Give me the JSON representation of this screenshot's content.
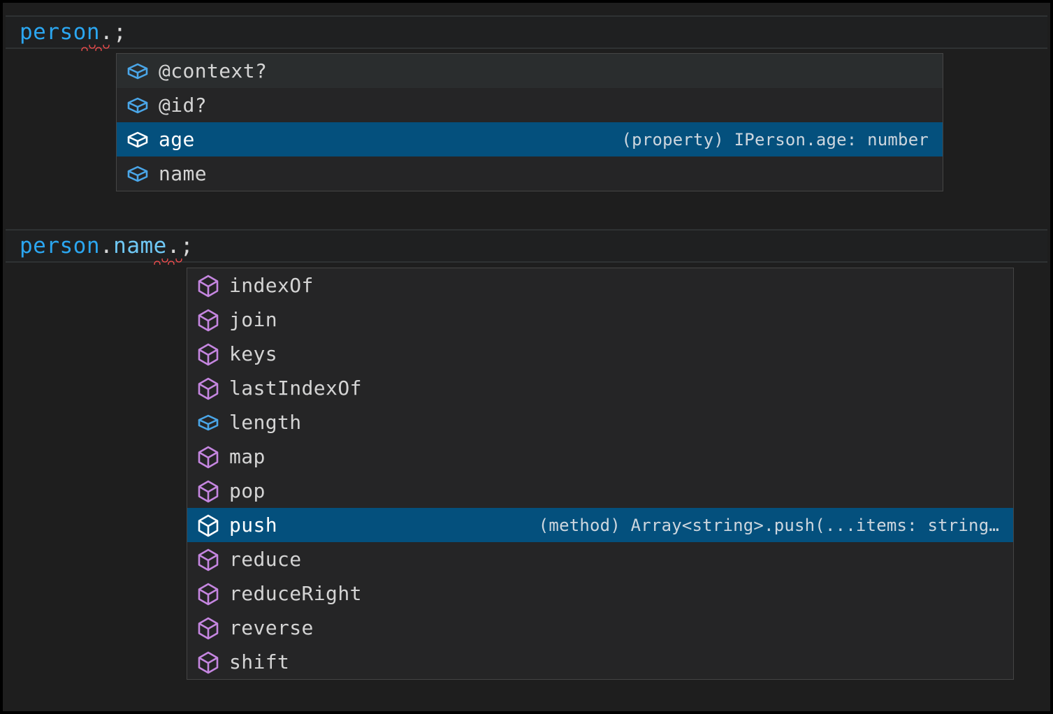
{
  "editor": {
    "background_color": "#1e1e1e",
    "selection_color": "#04507d",
    "widget_background_color": "#252526",
    "widget_border_color": "#454545",
    "error_squiggle_color": "#f14c4c"
  },
  "code": {
    "line1": {
      "variable": "person",
      "dot": ".",
      "semicolon": ";"
    },
    "line2": {
      "variable": "person",
      "dot1": ".",
      "property": "name",
      "dot2": ".",
      "semicolon": ";"
    }
  },
  "suggest1": {
    "items": [
      {
        "label": "@context?",
        "icon": "property-cube-icon",
        "icon_color": "#4aa6e8",
        "detail": "",
        "selected": false
      },
      {
        "label": "@id?",
        "icon": "property-cube-icon",
        "icon_color": "#4aa6e8",
        "detail": "",
        "selected": false
      },
      {
        "label": "age",
        "icon": "property-cube-icon",
        "icon_color": "#ffffff",
        "detail": "(property) IPerson.age: number",
        "selected": true
      },
      {
        "label": "name",
        "icon": "property-cube-icon",
        "icon_color": "#4aa6e8",
        "detail": "",
        "selected": false
      }
    ]
  },
  "suggest2": {
    "items": [
      {
        "label": "indexOf",
        "icon": "method-cube-icon",
        "icon_color": "#c586e0",
        "detail": "",
        "selected": false
      },
      {
        "label": "join",
        "icon": "method-cube-icon",
        "icon_color": "#c586e0",
        "detail": "",
        "selected": false
      },
      {
        "label": "keys",
        "icon": "method-cube-icon",
        "icon_color": "#c586e0",
        "detail": "",
        "selected": false
      },
      {
        "label": "lastIndexOf",
        "icon": "method-cube-icon",
        "icon_color": "#c586e0",
        "detail": "",
        "selected": false
      },
      {
        "label": "length",
        "icon": "property-cube-icon",
        "icon_color": "#4aa6e8",
        "detail": "",
        "selected": false
      },
      {
        "label": "map",
        "icon": "method-cube-icon",
        "icon_color": "#c586e0",
        "detail": "",
        "selected": false
      },
      {
        "label": "pop",
        "icon": "method-cube-icon",
        "icon_color": "#c586e0",
        "detail": "",
        "selected": false
      },
      {
        "label": "push",
        "icon": "method-cube-icon",
        "icon_color": "#ffffff",
        "detail": "(method) Array<string>.push(...items: string…",
        "selected": true
      },
      {
        "label": "reduce",
        "icon": "method-cube-icon",
        "icon_color": "#c586e0",
        "detail": "",
        "selected": false
      },
      {
        "label": "reduceRight",
        "icon": "method-cube-icon",
        "icon_color": "#c586e0",
        "detail": "",
        "selected": false
      },
      {
        "label": "reverse",
        "icon": "method-cube-icon",
        "icon_color": "#c586e0",
        "detail": "",
        "selected": false
      },
      {
        "label": "shift",
        "icon": "method-cube-icon",
        "icon_color": "#c586e0",
        "detail": "",
        "selected": false
      }
    ]
  }
}
